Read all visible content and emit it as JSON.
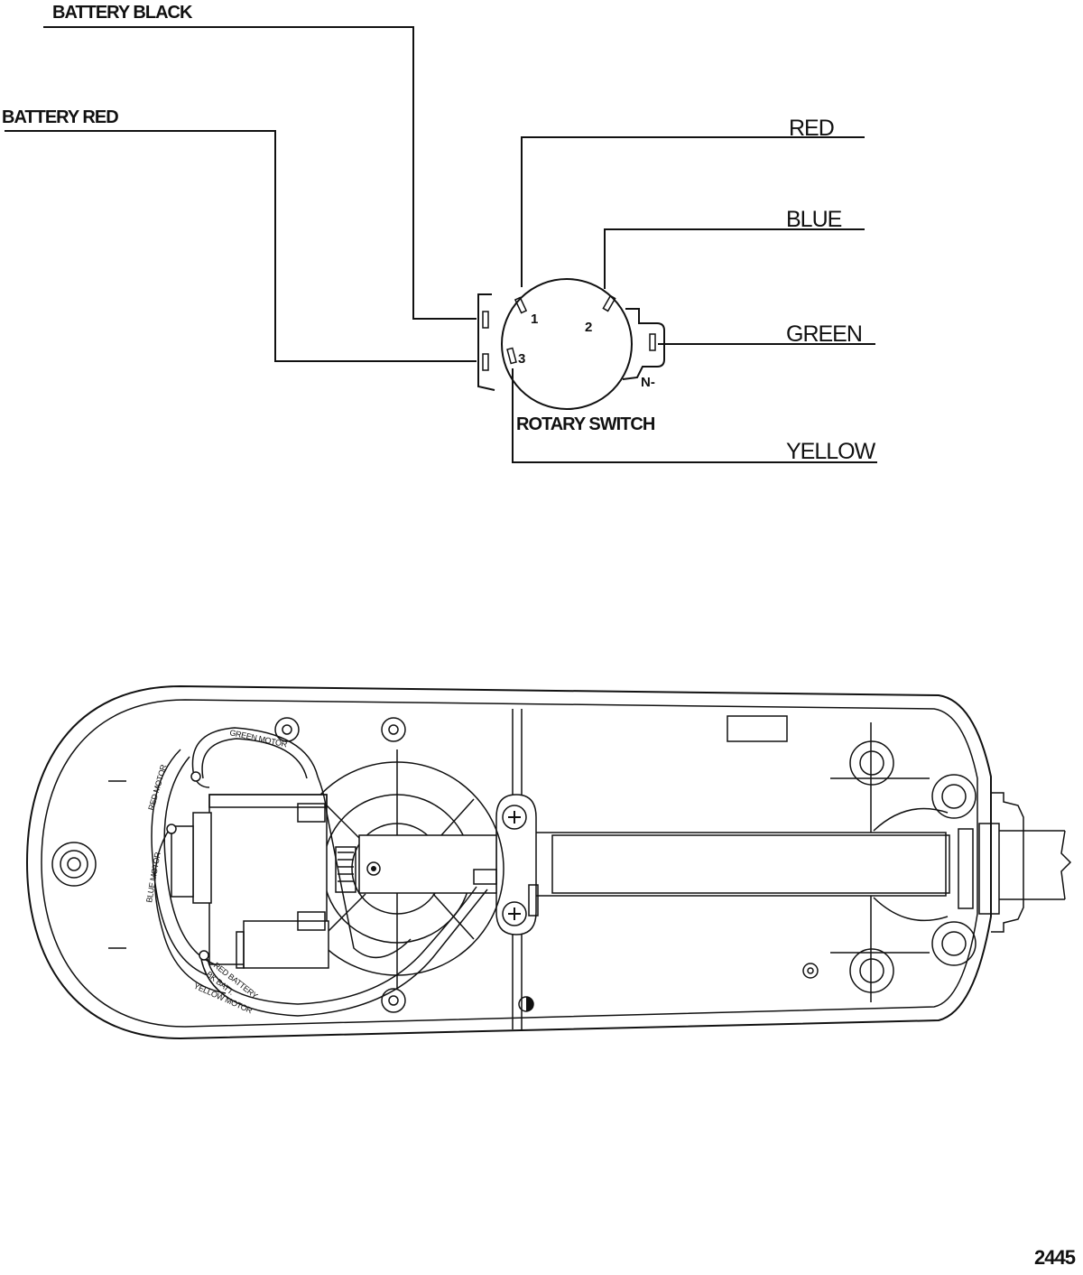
{
  "wiring": {
    "battery_black": "BATTERY BLACK",
    "battery_red": "BATTERY RED",
    "red": "RED",
    "blue": "BLUE",
    "green": "GREEN",
    "yellow": "YELLOW",
    "switch_label": "ROTARY SWITCH",
    "pin_1": "1",
    "pin_2": "2",
    "pin_3": "3",
    "pin_n": "N-"
  },
  "head_assembly": {
    "green_motor": "GREEN MOTOR",
    "red_motor": "RED MOTOR",
    "blue_motor": "BLUE MOTOR",
    "red_battery": "RED BATTERY",
    "bk_batt": "BK BATT.",
    "yellow_motor": "YELLOW MOTOR"
  },
  "figure_number": "2445"
}
